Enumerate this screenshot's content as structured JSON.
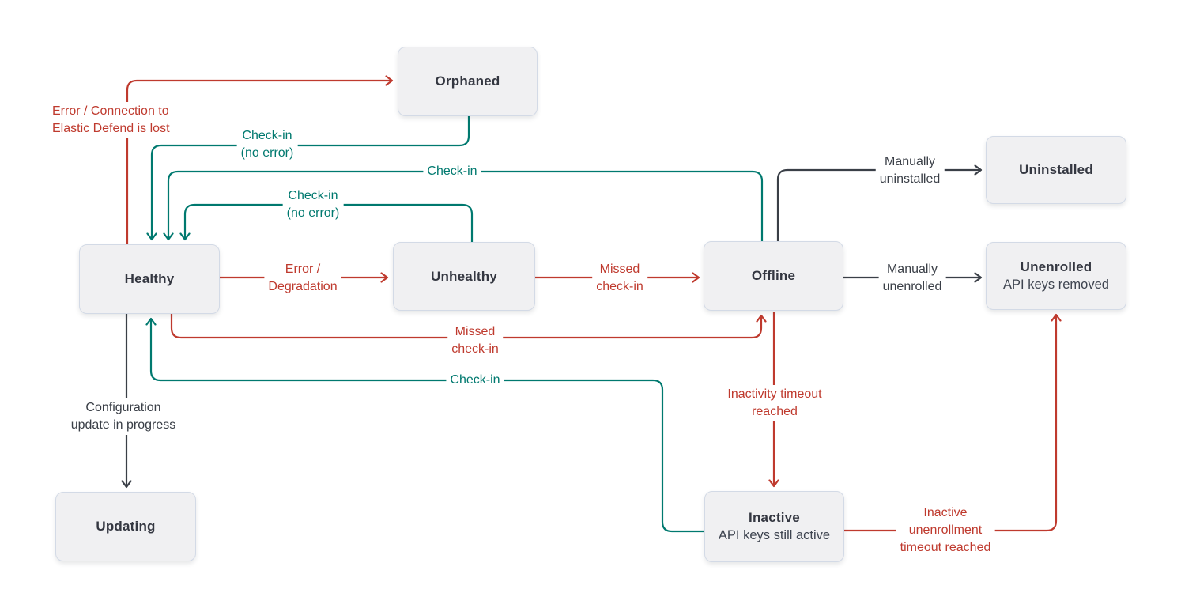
{
  "colors": {
    "red": "#bf3a2e",
    "teal": "#00796f",
    "dark": "#3a3f47",
    "node_background": "#f0f0f2",
    "node_border": "#d3dae6",
    "node_text": "#343741",
    "background": "#ffffff"
  },
  "nodes": {
    "orphaned": {
      "label": "Orphaned"
    },
    "healthy": {
      "label": "Healthy"
    },
    "unhealthy": {
      "label": "Unhealthy"
    },
    "offline": {
      "label": "Offline"
    },
    "uninstalled": {
      "label": "Uninstalled"
    },
    "unenrolled": {
      "label": "Unenrolled",
      "sublabel": "API keys removed"
    },
    "updating": {
      "label": "Updating"
    },
    "inactive": {
      "label": "Inactive",
      "sublabel": "API keys still active"
    }
  },
  "edge_labels": {
    "error_connection": {
      "line1": "Error / Connection to",
      "line2": "Elastic Defend is lost"
    },
    "orphaned_checkin": {
      "line1": "Check-in",
      "line2": "(no error)"
    },
    "offline_checkin": {
      "line1": "Check-in"
    },
    "unhealthy_checkin": {
      "line1": "Check-in",
      "line2": "(no error)"
    },
    "error_degradation": {
      "line1": "Error /",
      "line2": "Degradation"
    },
    "missed_checkin_top": {
      "line1": "Missed",
      "line2": "check-in"
    },
    "missed_checkin_bottom": {
      "line1": "Missed",
      "line2": "check-in"
    },
    "inactive_checkin": {
      "line1": "Check-in"
    },
    "configuration_update": {
      "line1": "Configuration",
      "line2": "update in progress"
    },
    "manually_uninstalled": {
      "line1": "Manually",
      "line2": "uninstalled"
    },
    "manually_unenrolled": {
      "line1": "Manually",
      "line2": "unenrolled"
    },
    "inactivity_timeout": {
      "line1": "Inactivity timeout",
      "line2": "reached"
    },
    "inactive_unenrollment_timeout": {
      "line1": "Inactive",
      "line2": "unenrollment",
      "line3": "timeout reached"
    }
  }
}
